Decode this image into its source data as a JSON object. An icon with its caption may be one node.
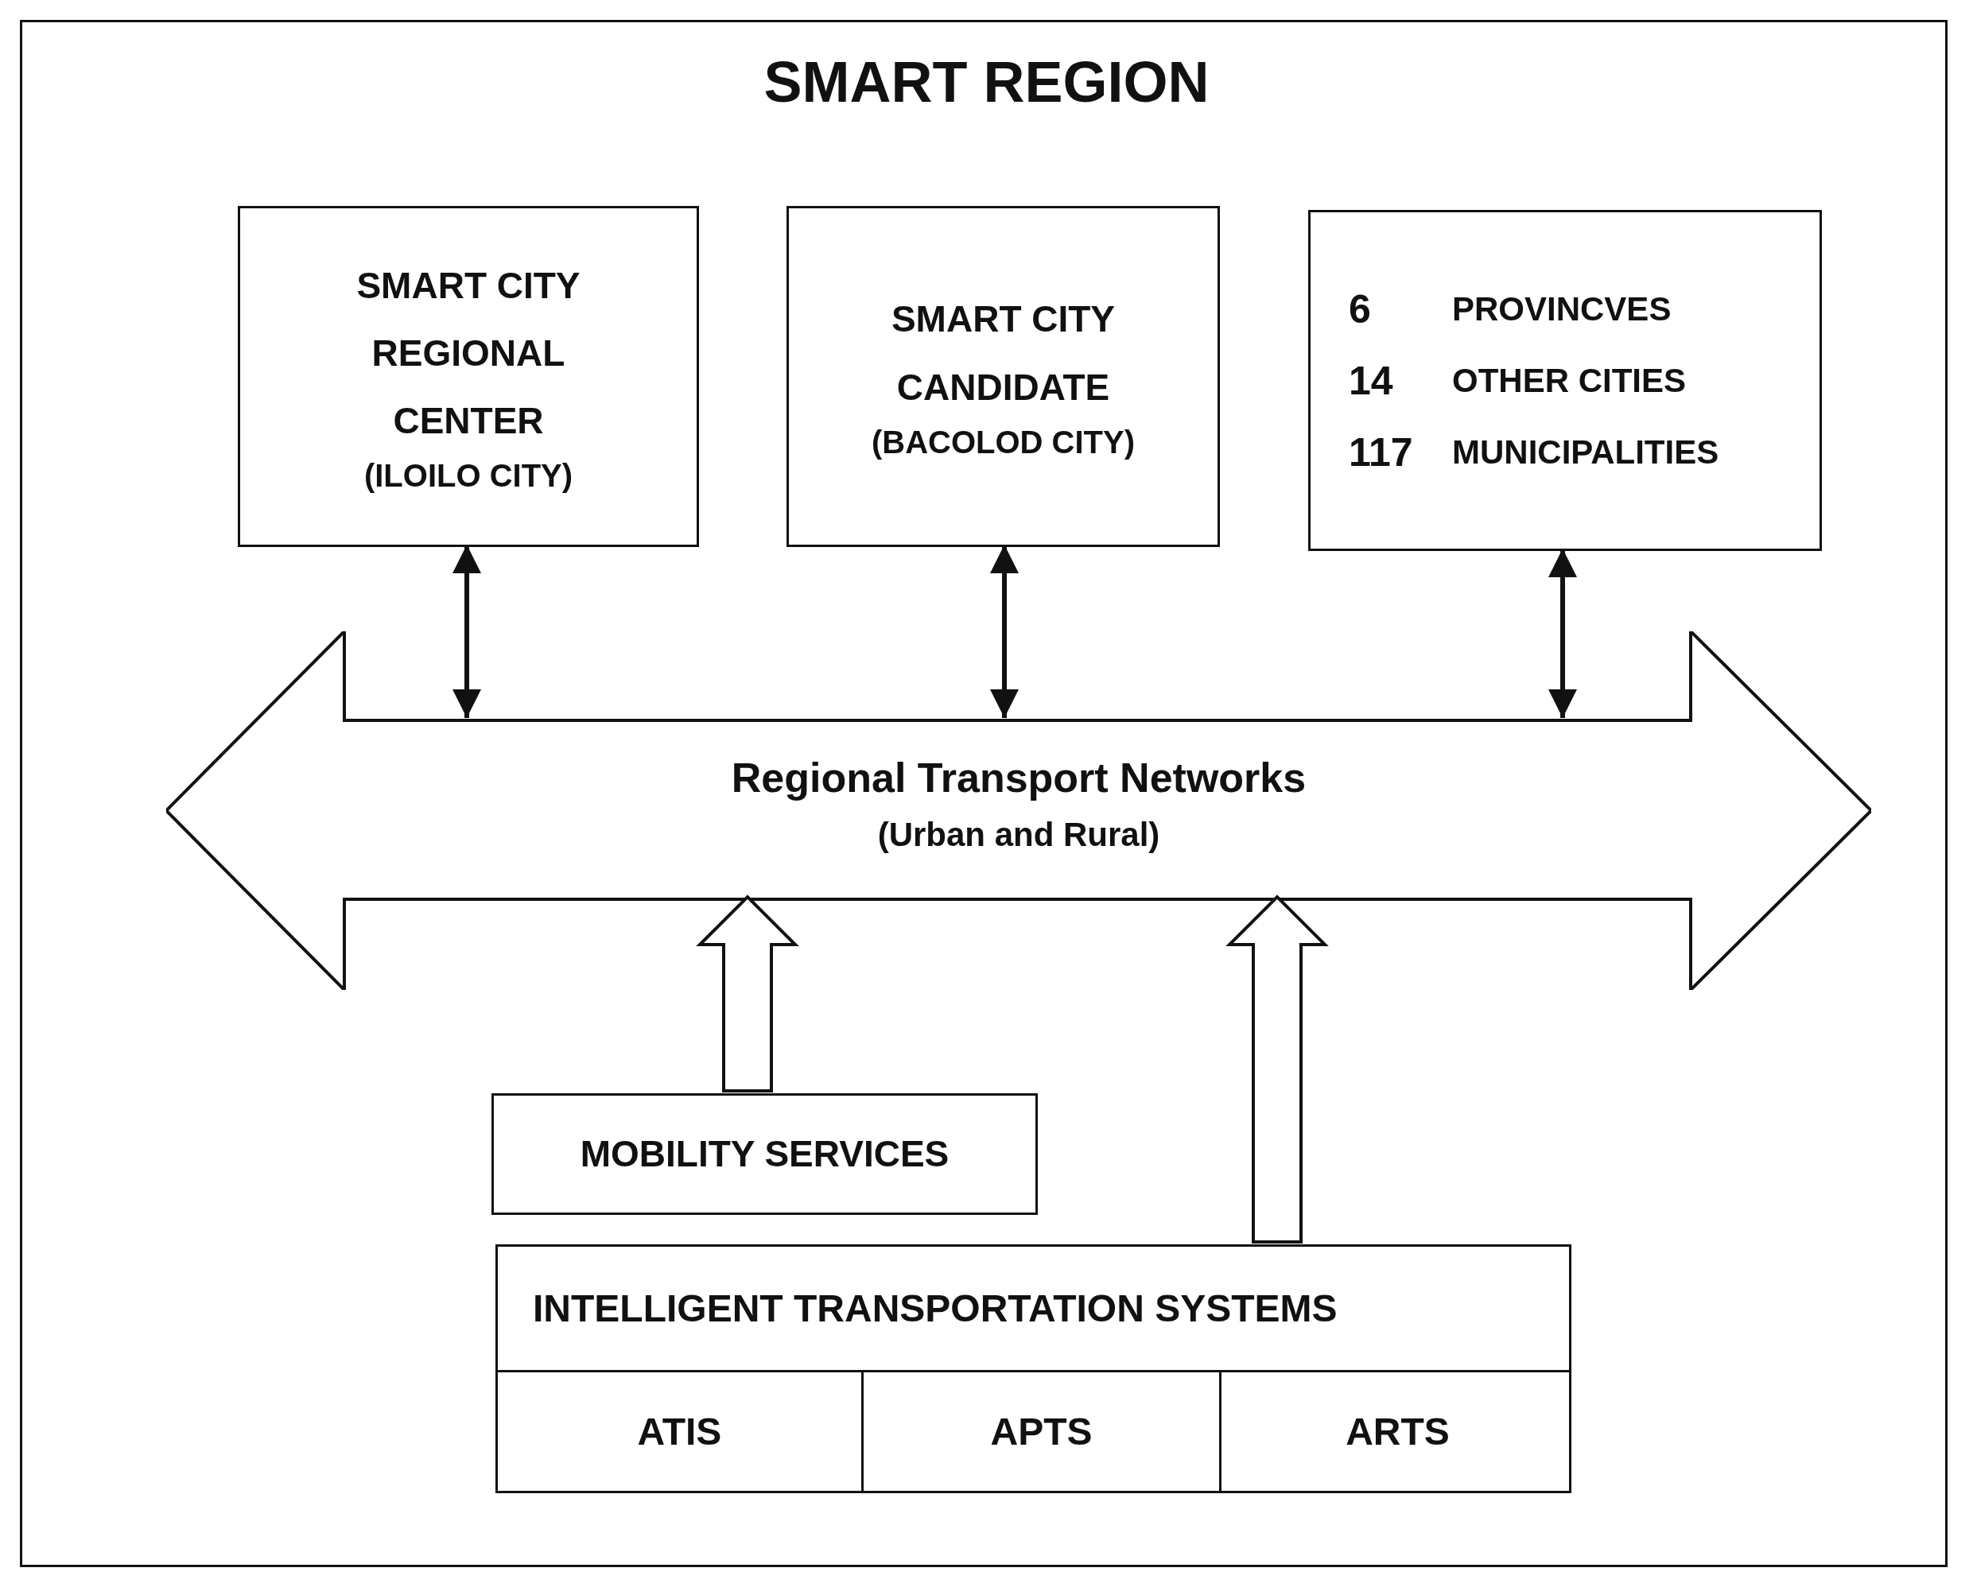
{
  "diagram": {
    "title": "SMART REGION",
    "nodes": [
      {
        "text": [],
        "shape": "box"
      },
      {
        "text": [
          "SMART CITY REGIONAL CENTER",
          "(ILOILO CITY)"
        ],
        "in": 0
      },
      {
        "text": [
          "SMART CITY CANDIDATE",
          "(BACOLOD CITY)"
        ],
        "in": 0
      },
      {
        "text": [
          "6",
          "PROVINCVES",
          "14",
          "OTHER CITIES",
          "117",
          "MUNICIPALITIES"
        ],
        "in": 0
      },
      {
        "text": [
          "Regional Transport Networks",
          "(Urban and Rural)"
        ],
        "in": 0
      },
      {
        "text": [
          "MOBILITY SERVICES"
        ],
        "in": 0
      },
      {
        "text": [
          "INTELLIGENT TRANSPORTATION SYSTEMS"
        ],
        "in": 0
      },
      {
        "text": [
          "ATIS"
        ],
        "in": 6
      },
      {
        "text": [
          "APTS"
        ],
        "in": 6
      },
      {
        "text": [
          "ARTS"
        ],
        "in": 6
      }
    ],
    "edges": [
      {
        "from": 1,
        "to": 4,
        "arrow": "both"
      },
      {
        "from": 2,
        "to": 4,
        "arrow": "both"
      },
      {
        "from": 3,
        "to": 4,
        "arrow": "both"
      },
      {
        "from": 5,
        "to": 4,
        "arrow": "to",
        "style": "thick"
      },
      {
        "from": 6,
        "to": 4,
        "arrow": "to",
        "style": "thick"
      }
    ]
  }
}
